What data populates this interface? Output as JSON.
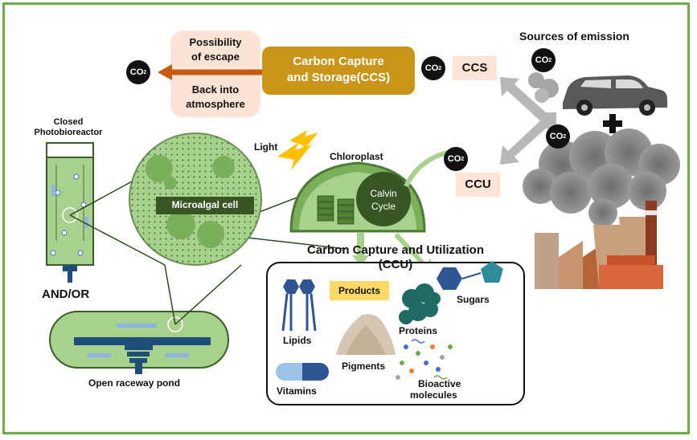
{
  "ccs_box": {
    "line1": "Carbon Capture",
    "line2": "and Storage(CCS)"
  },
  "escape": {
    "line1": "Possibility",
    "line2": "of escape",
    "line3": "Back into",
    "line4": "atmosphere"
  },
  "co2_label": {
    "main": "CO",
    "sub": "2"
  },
  "ccs_tag": "CCS",
  "ccu_tag": "CCU",
  "sources_title": "Sources of emission",
  "closed_pbr": {
    "line1": "Closed",
    "line2": "Photobioreactor"
  },
  "and_or": "AND/OR",
  "open_pond": "Open raceway pond",
  "microalgal_cell": "Microalgal cell",
  "light": "Light",
  "chloroplast": "Chloroplast",
  "calvin": {
    "line1": "Calvin",
    "line2": "Cycle"
  },
  "ccu_title": {
    "line1": "Carbon Capture and Utilization",
    "line2": "(CCU)"
  },
  "products": {
    "products": "Products",
    "lipids": "Lipids",
    "proteins": "Proteins",
    "sugars": "Sugars",
    "pigments": "Pigments",
    "vitamins": "Vitamins",
    "bioactive1": "Bioactive",
    "bioactive2": "molecules"
  },
  "colors": {
    "border": "#70ad47",
    "ccs_box": "#c9961a",
    "escape_box": "#fbe4d5",
    "arrow_orange": "#c55a11",
    "cell_green": "#92c36e",
    "label_dark_green": "#375623",
    "products_yellow": "#ffd966"
  }
}
